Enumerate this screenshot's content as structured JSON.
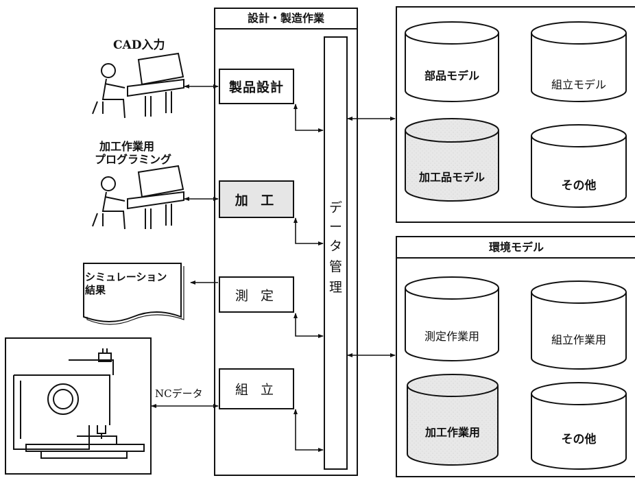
{
  "header": {
    "title": "設計・製造作業"
  },
  "left": {
    "cad_input": "CAD入力",
    "programming_line1": "加工作業用",
    "programming_line2": "プログラミング",
    "simulation_line1": "シミュレーション",
    "simulation_line2": "結果",
    "nc_data": "NCデータ"
  },
  "processes": {
    "design": "製品設計",
    "machining": "加 工",
    "measurement": "測 定",
    "assembly": "組 立"
  },
  "data_management": {
    "chars": [
      "デ",
      "ー",
      "タ",
      "管",
      "理"
    ]
  },
  "models_top": {
    "items": [
      "部品モデル",
      "組立モデル",
      "加工品モデル",
      "その他"
    ],
    "shaded": [
      false,
      false,
      true,
      false
    ]
  },
  "models_env": {
    "title": "環境モデル",
    "items": [
      "測定作業用",
      "組立作業用",
      "加工作業用",
      "その他"
    ],
    "shaded": [
      false,
      false,
      true,
      false
    ]
  },
  "colors": {
    "ink": "#111111",
    "shade": "#e6e6e6",
    "background": "#ffffff"
  }
}
